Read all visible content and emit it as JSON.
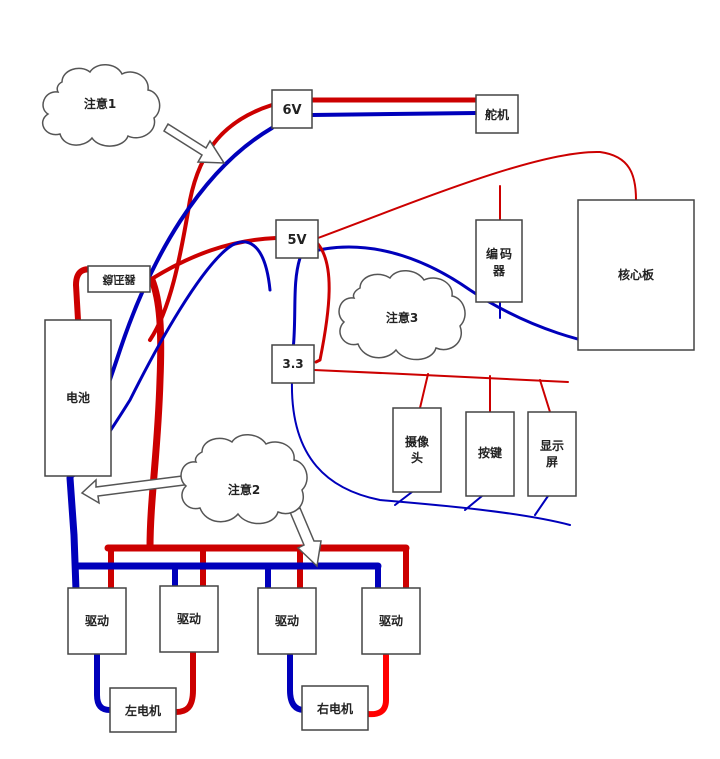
{
  "labels": {
    "six_v": "6V",
    "servo": "舵机",
    "five_v": "5V",
    "encoder_line1": "编",
    "encoder_line2": "码",
    "encoder_line3": "器",
    "core_board": "核心板",
    "regulator_flipped": "稳压器",
    "battery": "电池",
    "three_three": "3.3",
    "camera_line1": "摄像",
    "camera_line2": "头",
    "button": "按键",
    "display_line1": "显示",
    "display_line2": "屏",
    "driver1": "驱动",
    "driver2": "驱动",
    "driver3": "驱动",
    "driver4": "驱动",
    "left_motor": "左电机",
    "right_motor": "右电机"
  },
  "notes": {
    "note1": "注意1",
    "note2": "注意2",
    "note3": "注意3"
  },
  "colors": {
    "positive_wire": "#cc0000",
    "negative_wire": "#0000bb",
    "box_border": "#444444",
    "cloud_border": "#555555"
  }
}
